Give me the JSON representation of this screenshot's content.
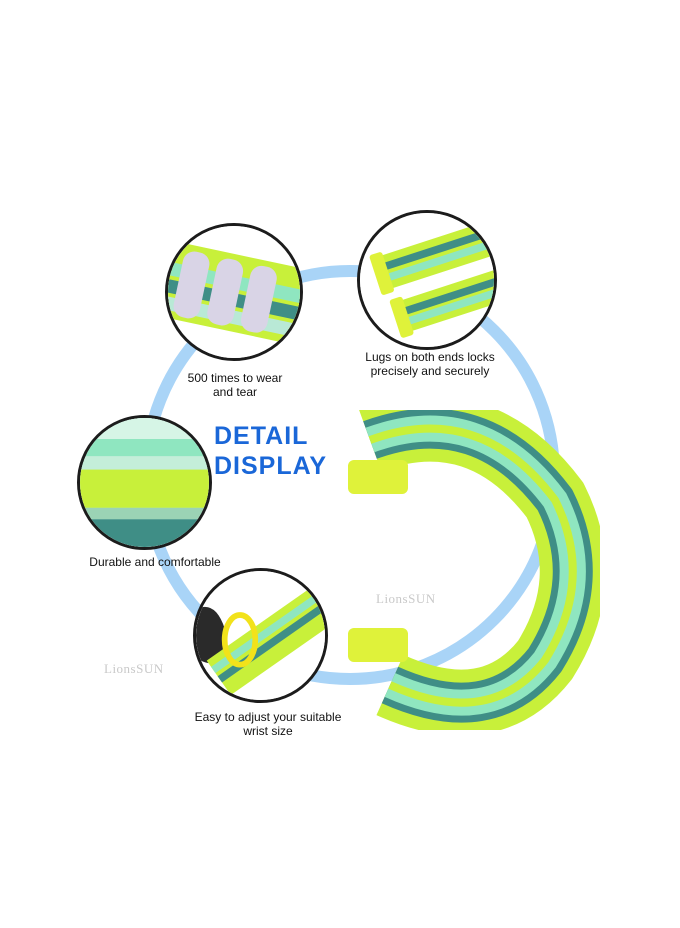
{
  "title": {
    "line1": "DETAIL",
    "line2": "DISPLAY"
  },
  "features": [
    {
      "caption": "500 times to wear\nand tear"
    },
    {
      "caption": "Lugs on both ends locks\nprecisely and securely"
    },
    {
      "caption": "Durable and comfortable"
    },
    {
      "caption": "Easy to adjust your suitable\nwrist size"
    }
  ],
  "watermark": {
    "text": "LionsSUN"
  },
  "colors": {
    "title": "#1a67d8",
    "ring": "#a9d4f7",
    "lime": "#c8f03a",
    "mint": "#8fe6c0",
    "teal": "#3f8e86"
  }
}
